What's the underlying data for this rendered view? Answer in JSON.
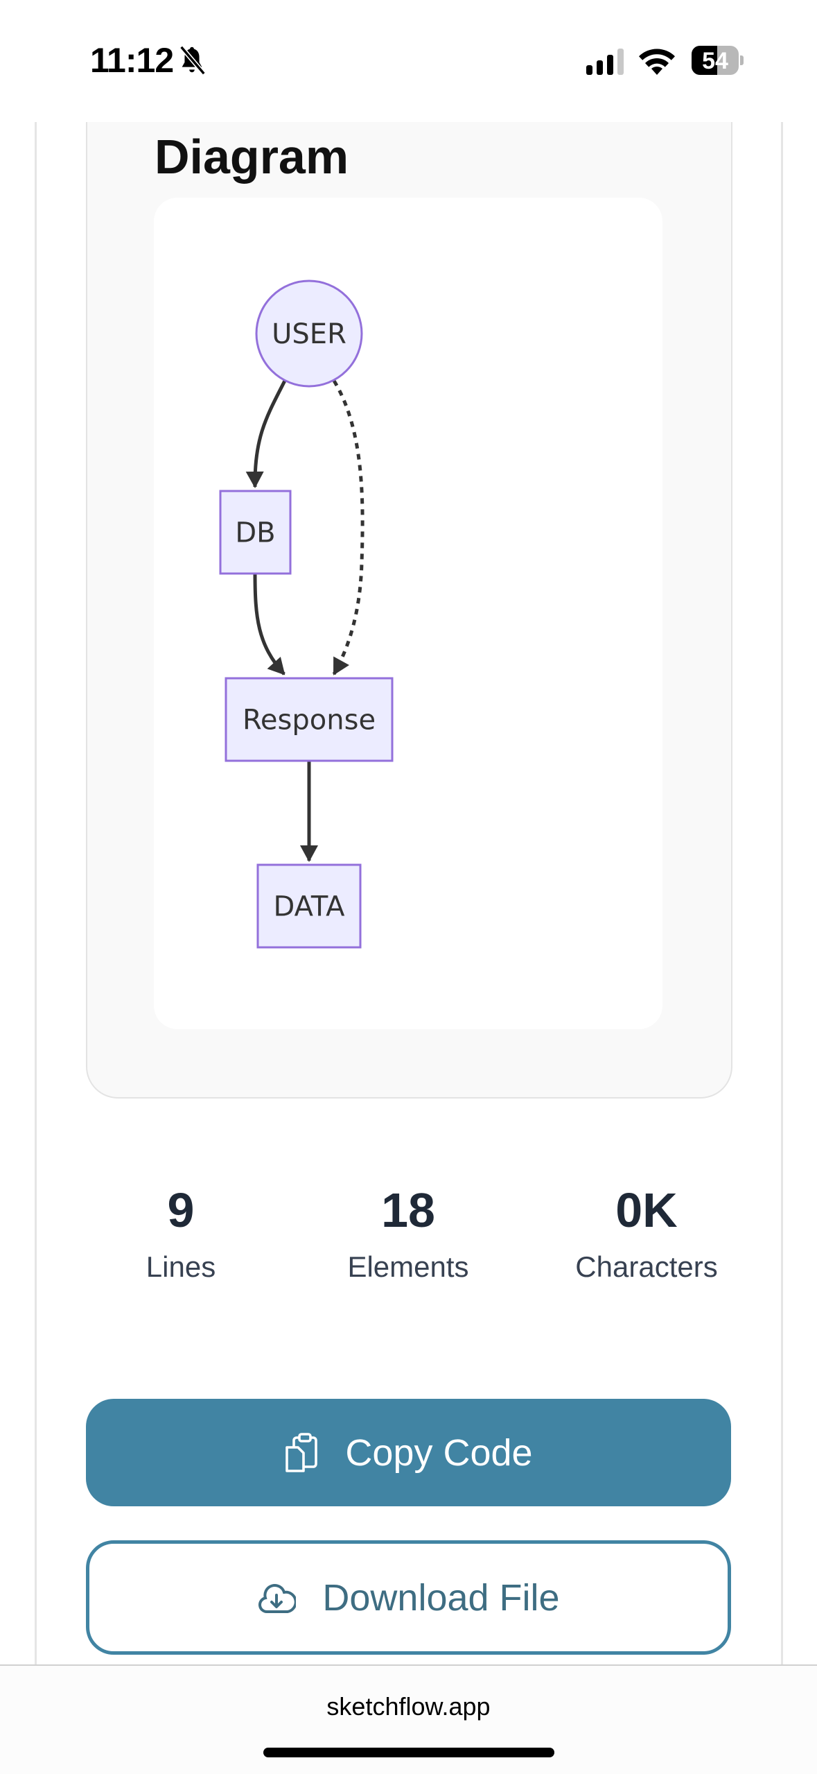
{
  "status_bar": {
    "time": "11:12",
    "battery": "54",
    "battery_level": 0.54,
    "icons": [
      "bell-slash-icon",
      "signal-icon",
      "wifi-icon",
      "battery-icon"
    ]
  },
  "card": {
    "title": "Diagram"
  },
  "diagram": {
    "nodes": [
      {
        "id": "user",
        "label": "USER",
        "shape": "circle"
      },
      {
        "id": "db",
        "label": "DB",
        "shape": "rect"
      },
      {
        "id": "response",
        "label": "Response",
        "shape": "rect"
      },
      {
        "id": "data",
        "label": "DATA",
        "shape": "rect"
      }
    ],
    "edges": [
      {
        "from": "user",
        "to": "db",
        "style": "solid"
      },
      {
        "from": "user",
        "to": "response",
        "style": "dotted"
      },
      {
        "from": "db",
        "to": "response",
        "style": "solid"
      },
      {
        "from": "response",
        "to": "data",
        "style": "solid"
      }
    ],
    "colors": {
      "node_fill": "#ECECFF",
      "node_stroke": "#9370DB",
      "edge": "#333333"
    }
  },
  "stats": [
    {
      "value": "9",
      "label": "Lines"
    },
    {
      "value": "18",
      "label": "Elements"
    },
    {
      "value": "0K",
      "label": "Characters"
    }
  ],
  "actions": {
    "copy_label": "Copy Code",
    "download_label": "Download File",
    "accent": "#4184A3"
  },
  "browser": {
    "url": "sketchflow.app"
  }
}
